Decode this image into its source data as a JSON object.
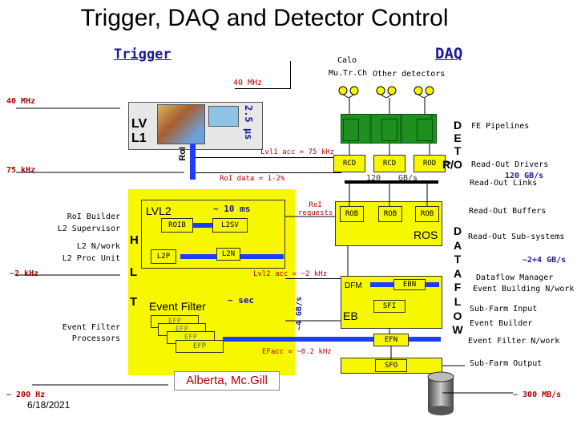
{
  "title": "Trigger, DAQ and Detector Control",
  "sections": {
    "trigger": "Trigger",
    "daq": "DAQ"
  },
  "detectors": {
    "calo": "Calo",
    "mutrch": "Mu.Tr.Ch",
    "other": "Other detectors"
  },
  "rates": {
    "mhz_top": "40 MHz",
    "mhz_left": "40 MHz",
    "khz75": "75 kHz",
    "khz2": "~2 kHz",
    "hz200": "~ 200 Hz",
    "mbs300": "~ 300 MB/s",
    "lvl1acc": "Lvl1 acc = 75 kHz",
    "roidata": "RoI data = 1-2%",
    "lvl2acc": "Lvl2 acc = ~2 kHz",
    "efacc": "EFacc = ~0.2 kHz",
    "us25": "2.5 μs",
    "ms10": "~ 10 ms",
    "sec": "~ sec",
    "gbs4": "~4 GB/s",
    "gbs120": "120",
    "gbs_unit": "GB/s"
  },
  "trigger": {
    "lv1": [
      "LV",
      "L1"
    ],
    "roi_vertical": "RoI",
    "lvl2": "LVL2",
    "roib": "ROIB",
    "l2sv": "L2SV",
    "l2p": "L2P",
    "l2n": "L2N",
    "hlt": [
      "H",
      "L",
      "T"
    ],
    "event_filter": "Event Filter",
    "efp": [
      "EFP",
      "EFP",
      "EFP",
      "EFP"
    ],
    "roi_builder": "RoI Builder",
    "l2_supervisor": "L2 Supervisor",
    "l2_network": "L2 N/work",
    "l2_proc": "L2 Proc Unit",
    "ef_processors": [
      "Event Filter",
      "Processors"
    ]
  },
  "daq": {
    "rcd": [
      "RCD",
      "RCD",
      "ROD"
    ],
    "rob": [
      "ROB",
      "ROB",
      "ROB"
    ],
    "ros": "ROS",
    "roi_requests": [
      "RoI",
      "requests"
    ],
    "dfm": "DFM",
    "ebn": "EBN",
    "sfi": "SFI",
    "eb": "EB",
    "efn": "EFN",
    "sfo": "SFO"
  },
  "dataflow": {
    "det_letters": [
      "D",
      "E",
      "T"
    ],
    "ro_letters": "R/O",
    "dataflow_letters": [
      "D",
      "A",
      "T",
      "A",
      "F",
      "L",
      "O",
      "W"
    ]
  },
  "right_labels": {
    "fe_pipelines": "FE Pipelines",
    "readout_drivers": "Read-Out Drivers",
    "gbs120": "120 GB/s",
    "readout_links": "Read-Out Links",
    "readout_buffers": "Read-Out Buffers",
    "readout_subsystems": "Read-Out Sub-systems",
    "gbs24": "~2+4 GB/s",
    "dataflow_manager": "Dataflow Manager",
    "event_building": "Event Building N/work",
    "subfarm_input": "Sub-Farm Input",
    "event_builder": "Event Builder",
    "event_filter_nw": "Event Filter N/work",
    "subfarm_output": "Sub-Farm Output"
  },
  "footer": {
    "alberta": "Alberta, Mc.Gill",
    "date": "6/18/2021"
  },
  "colors": {
    "accent_blue": "#1e3cff",
    "highlight_yellow": "#f7f700",
    "pipeline_green": "#1f8f1f",
    "title_blue": "#1a1a9c",
    "red_text": "#b00000"
  }
}
